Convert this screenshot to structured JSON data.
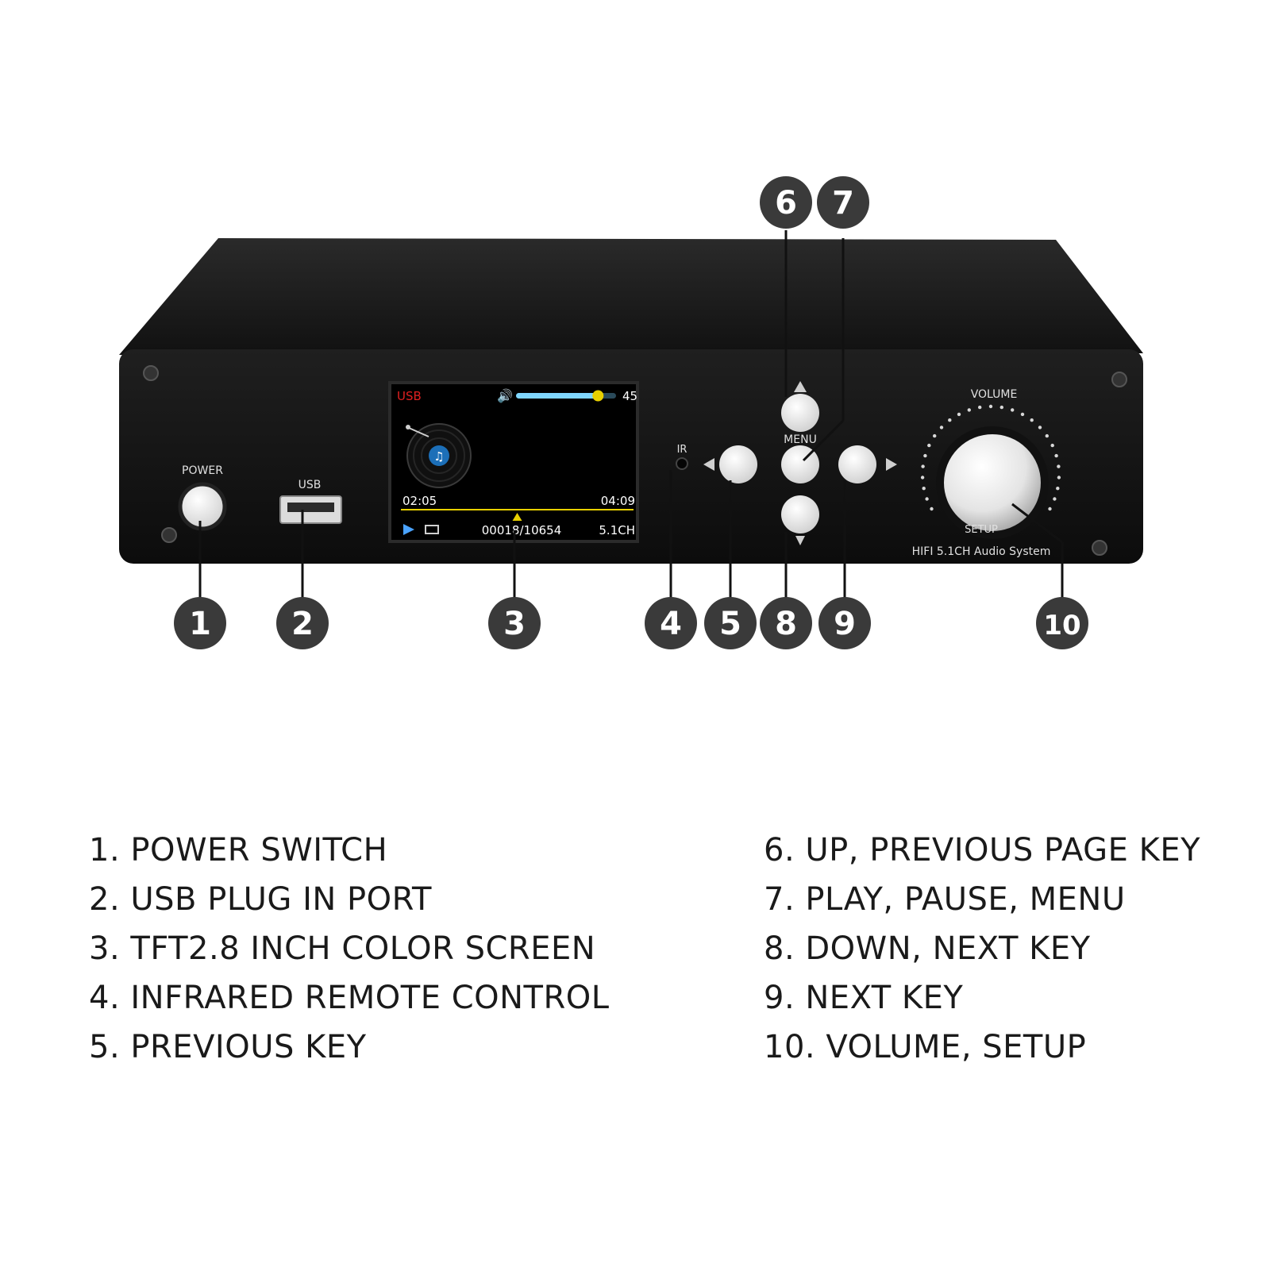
{
  "device": {
    "labels": {
      "power": "POWER",
      "usb": "USB",
      "ir": "IR",
      "menu": "MENU",
      "volume": "VOLUME",
      "setup": "SETUP",
      "model": "HIFI 5.1CH Audio System"
    }
  },
  "screen": {
    "source": "USB",
    "volume_value": "45",
    "volume_level": 0.82,
    "elapsed": "02:05",
    "total": "04:09",
    "progress": 0.5,
    "track_counter": "00018/10654",
    "channel_mode": "5.1CH"
  },
  "callouts": [
    "1",
    "2",
    "3",
    "4",
    "5",
    "6",
    "7",
    "8",
    "9",
    "10"
  ],
  "legend": {
    "left": [
      "1. POWER SWITCH",
      "2. USB PLUG IN PORT",
      "3. TFT2.8 INCH COLOR SCREEN",
      "4. INFRARED REMOTE CONTROL",
      "5. PREVIOUS KEY"
    ],
    "right": [
      "6. UP, PREVIOUS PAGE KEY",
      "7. PLAY, PAUSE, MENU",
      "8. DOWN, NEXT KEY",
      "9. NEXT KEY",
      "10. VOLUME, SETUP"
    ]
  },
  "colors": {
    "panel": "#141414",
    "callout_circle": "#3a3a3a",
    "screen_accent": "#e8d000",
    "volume_bar": "#7fd6ff",
    "usb_red": "#e02020"
  }
}
